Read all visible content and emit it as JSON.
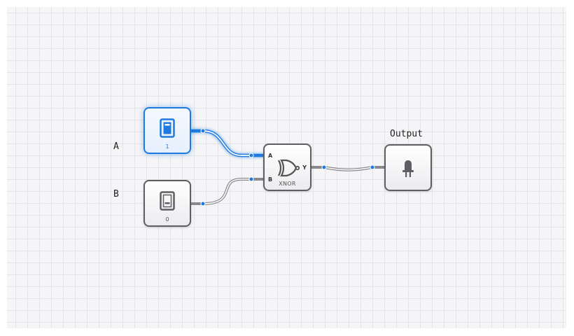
{
  "canvas": {
    "grid_size": 17,
    "background": "#f5f5f7",
    "grid_color": "#e4e4e8"
  },
  "colors": {
    "active": "#1f7ae0",
    "inactive": "#5f5f63",
    "wire_inactive": "#8a8a8e"
  },
  "inputs": [
    {
      "label": "A",
      "value": "1",
      "icon": "toggle-switch-on-icon",
      "state": "on"
    },
    {
      "label": "B",
      "value": "0",
      "icon": "toggle-switch-off-icon",
      "state": "off"
    }
  ],
  "gate": {
    "type": "XNOR",
    "icon": "xnor-gate-icon",
    "pins": {
      "in_a": "A",
      "in_b": "B",
      "out": "Y"
    }
  },
  "output": {
    "label": "Output",
    "icon": "led-icon",
    "state": "off"
  }
}
